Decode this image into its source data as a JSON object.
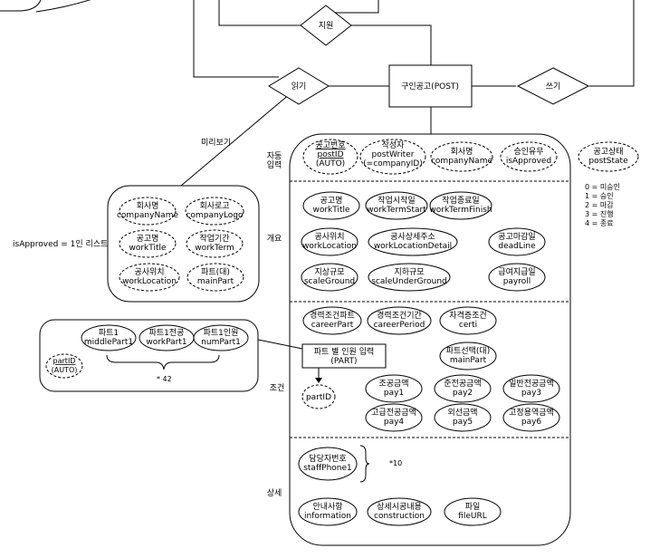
{
  "diagram": {
    "entity": "구인공고(POST)",
    "relations": {
      "support": "지원",
      "read": "읽기",
      "write": "쓰기"
    },
    "preview_label": "미리보기",
    "is_approved_note": "isApproved = 1인 리스트",
    "sections": {
      "auto": "자동\n입력",
      "overview": "개요",
      "conditions": "조건",
      "detail": "상세"
    },
    "attributes": {
      "post_id": "공고번호\npostID\n(AUTO)",
      "post_writer": "작성자\npostWriter\n(=companyID)",
      "company_name": "회사명\ncompanyName",
      "is_approved": "승인유무\nisApproved",
      "work_title": "공고명\nworkTitle",
      "work_term_start": "작업시작일\nworkTermStart",
      "work_term_finish": "작업종료일\nworkTermFinish",
      "work_location": "공사위치\nworkLocation",
      "work_location_detail": "공사상세주소\nworkLocationDetail",
      "dead_line": "공고마감일\ndeadLine",
      "scale_ground": "지상규모\nscaleGround",
      "scale_under_ground": "지하규모\nscaleUnderGround",
      "payroll": "급여지급일\npayroll",
      "career_part": "경력조건파트\ncareerPart",
      "career_period": "경력조건기간\ncareerPeriod",
      "certi": "자격증조건\ncerti",
      "main_part": "파트선택(대)\nmainPart",
      "pay1": "조공금액\npay1",
      "pay2": "준전공금액\npay2",
      "pay3": "일반전공금액\npay3",
      "pay4": "고급전공금액\npay4",
      "pay5": "외선금액\npay5",
      "pay6": "고정용역금액\npay6",
      "staff_phone1": "담당자번호\nstaffPhone1",
      "staff_note": "*10",
      "information": "안내사항\ninformation",
      "construction": "상세시공내용\nconstruction",
      "file_url": "파일\nfileURL"
    },
    "post_state": {
      "attribute": "공고상태\npostState",
      "legend": [
        "0 = 미승인",
        "1 = 승인",
        "2 = 마감",
        "3 = 진행",
        "4 = 종료"
      ]
    },
    "preview": {
      "company_name": "회사명\ncompanyName",
      "company_logo": "회사로고\ncompanyLogo",
      "work_title": "공고명\nworkTitle",
      "work_term": "작업기간\nworkTerm",
      "work_location": "공사위치\nworkLocation",
      "main_part": "파트(대)\nmainPart"
    },
    "part": {
      "entity": "파트 별 인원 입력\n(PART)",
      "part_id": "partID",
      "part_id_auto": "partID\n(AUTO)",
      "middle_part": "파트1\nmiddlePart1",
      "work_part": "파트1전공\nworkPart1",
      "num_part": "파트1인원\nnumPart1",
      "multiplier": "* 42"
    }
  }
}
